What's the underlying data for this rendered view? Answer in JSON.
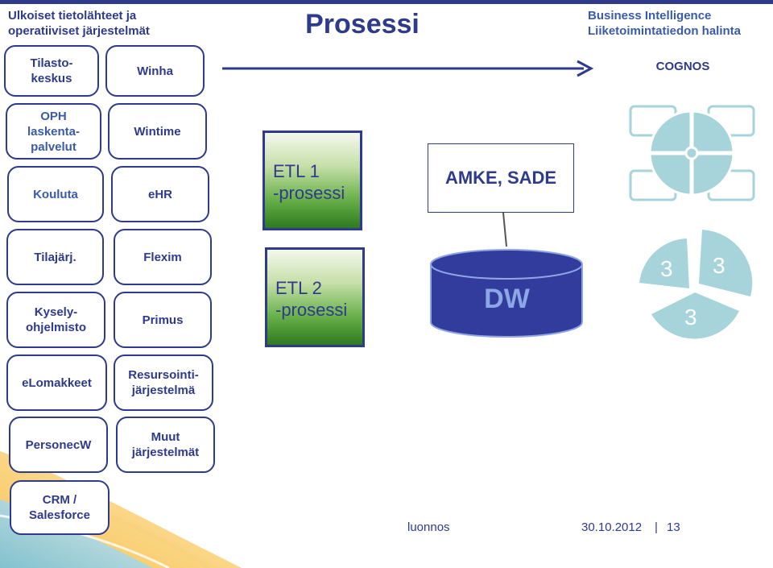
{
  "header": {
    "sources_title": "Ulkoiset tietolähteet ja operatiiviset järjestelmät",
    "title": "Prosessi",
    "bi_line1": "Business Intelligence",
    "bi_line2": "Liiketoimintatiedon halinta"
  },
  "cognos": "COGNOS",
  "sources": {
    "tilastokeskus": "Tilasto-\nkeskus",
    "winha": "Winha",
    "oph": "OPH\nlaskenta-\npalvelut",
    "wintime": "Wintime",
    "kouluta": "Kouluta",
    "ehr": "eHR",
    "tilajarj": "Tilajärj.",
    "flexim": "Flexim",
    "kysely": "Kysely-\nohjelmisto",
    "primus": "Primus",
    "elomakkeet": "eLomakkeet",
    "resursointi": "Resursointi-\njärjestelmä",
    "personec": "PersonecW",
    "muut": "Muut\njärjestelmät",
    "crm": "CRM /\nSalesforce"
  },
  "etl1": "ETL 1\n-prosessi",
  "etl2": "ETL 2\n-prosessi",
  "amke": "AMKE, SADE",
  "dw": "DW",
  "pie_labels": [
    "3",
    "3",
    "3"
  ],
  "footer": {
    "draft": "luonnos",
    "date": "30.10.2012",
    "separator": "|",
    "page": "13"
  },
  "colors": {
    "primary": "#2e3a8c",
    "cylinder": "#313c9c",
    "pale_teal": "#9fd1d9",
    "etl_green": "#3d8a28"
  }
}
